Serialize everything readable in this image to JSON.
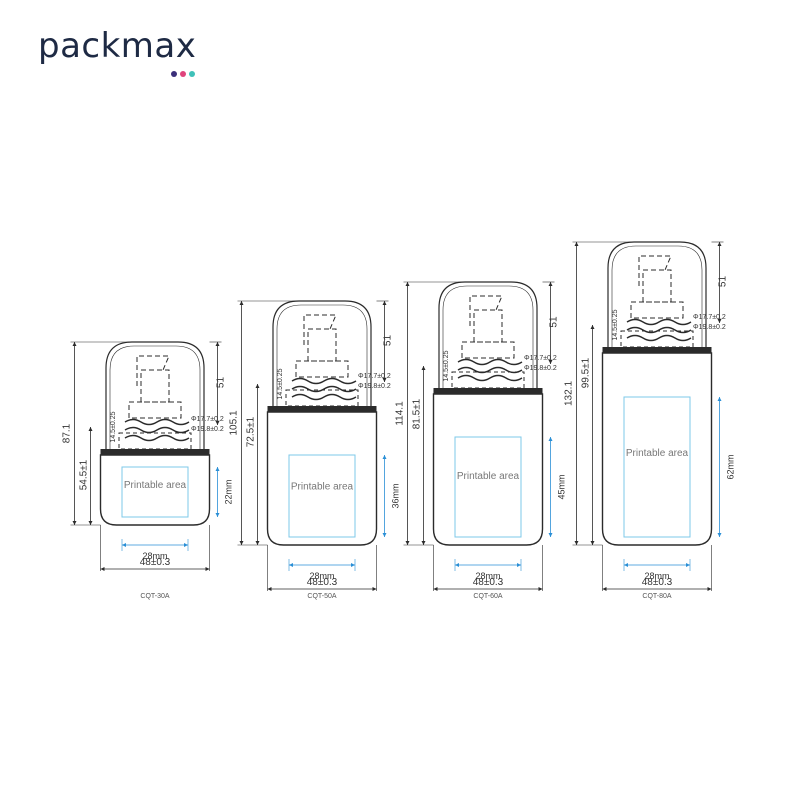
{
  "brand": {
    "name": "packmax",
    "dot_colors": [
      "#3b2f7a",
      "#e0447c",
      "#3fc1b9"
    ]
  },
  "colors": {
    "line": "#2b2b2b",
    "dimension": "#2a8fd6",
    "printable_box": "#7ec8e8"
  },
  "bottles": [
    {
      "model": "CQT-30A",
      "total_height": "87.1",
      "body_height": "54.5±1",
      "cap_height": "51",
      "printable_height": "22mm",
      "printable_width": "28mm",
      "body_width": "48±0.3",
      "printable_label": "Printable area",
      "pump_dims": [
        "Φ17.7±0.2",
        "Φ19.8±0.2",
        "14.5±0.25"
      ]
    },
    {
      "model": "CQT-50A",
      "total_height": "105.1",
      "body_height": "72.5±1",
      "cap_height": "51",
      "printable_height": "36mm",
      "printable_width": "28mm",
      "body_width": "48±0.3",
      "printable_label": "Printable area",
      "pump_dims": [
        "Φ17.7±0.2",
        "Φ19.8±0.2",
        "14.5±0.25"
      ]
    },
    {
      "model": "CQT-60A",
      "total_height": "114.1",
      "body_height": "81.5±1",
      "cap_height": "51",
      "printable_height": "45mm",
      "printable_width": "28mm",
      "body_width": "48±0.3",
      "printable_label": "Printable area",
      "pump_dims": [
        "Φ17.7±0.2",
        "Φ19.8±0.2",
        "14.5±0.25"
      ]
    },
    {
      "model": "CQT-80A",
      "total_height": "132.1",
      "body_height": "99.5±1",
      "cap_height": "51",
      "printable_height": "62mm",
      "printable_width": "28mm",
      "body_width": "48±0.3",
      "printable_label": "Printable area",
      "pump_dims": [
        "Φ17.7±0.2",
        "Φ19.8±0.2",
        "14.5±0.25"
      ]
    }
  ]
}
